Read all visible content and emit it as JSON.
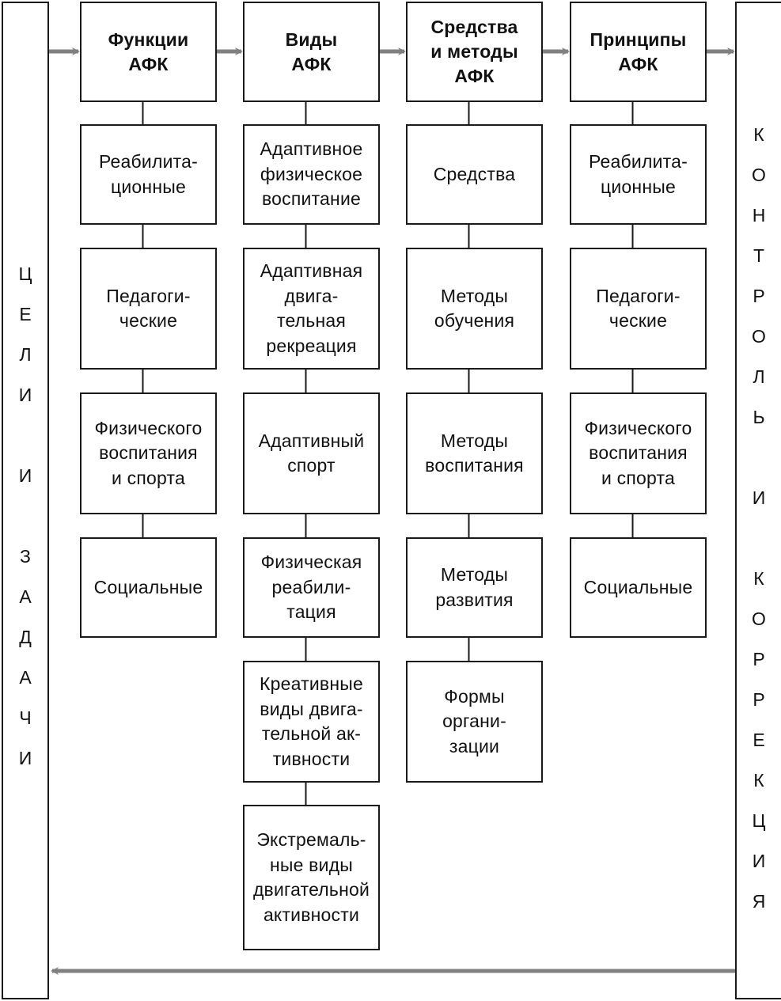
{
  "left_bar": {
    "letters": [
      "Ц",
      "Е",
      "Л",
      "И",
      " ",
      "И",
      " ",
      "З",
      "А",
      "Д",
      "А",
      "Ч",
      "И"
    ]
  },
  "right_bar": {
    "letters": [
      "К",
      "О",
      "Н",
      "Т",
      "Р",
      "О",
      "Л",
      "Ь",
      " ",
      "И",
      " ",
      "К",
      "О",
      "Р",
      "Р",
      "Е",
      "К",
      "Ц",
      "И",
      "Я"
    ]
  },
  "columns": [
    {
      "header": "Функции\nАФК",
      "items": [
        "Реабилита-\nционные",
        "Педагоги-\nческие",
        "Физического\nвоспитания\nи спорта",
        "Социальные"
      ]
    },
    {
      "header": "Виды\nАФК",
      "items": [
        "Адаптивное\nфизическое\nвоспитание",
        "Адаптивная\nдвига-\nтельная\nрекреация",
        "Адаптивный\nспорт",
        "Физическая\nреабили-\nтация",
        "Креативные\nвиды двига-\nтельной ак-\nтивности",
        "Экстремаль-\nные виды\nдвигательной\nактивности"
      ]
    },
    {
      "header": "Средства\nи методы\nАФК",
      "items": [
        "Средства",
        "Методы\nобучения",
        "Методы\nвоспитания",
        "Методы\nразвития",
        "Формы\nоргани-\nзации"
      ]
    },
    {
      "header": "Принципы\nАФК",
      "items": [
        "Реабилита-\nционные",
        "Педагоги-\nческие",
        "Физического\nвоспитания\nи спорта",
        "Социальные"
      ]
    }
  ],
  "colors": {
    "border": "#1a1a1a",
    "arrow": "#808080",
    "text": "#111111"
  }
}
